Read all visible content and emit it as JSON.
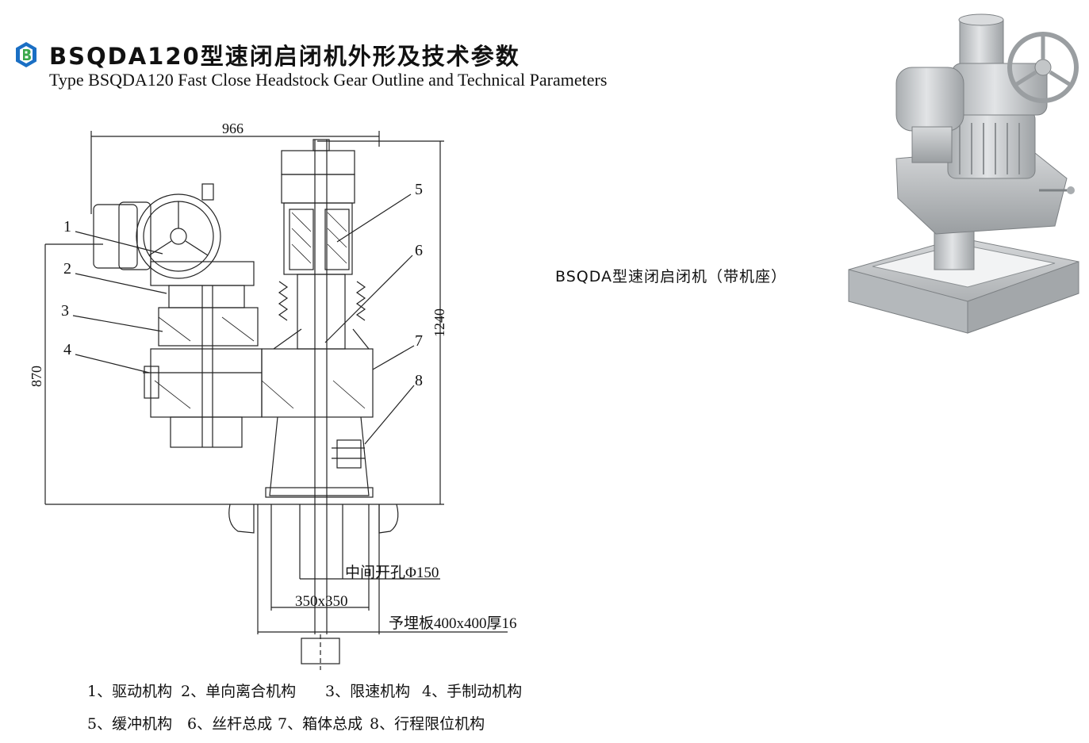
{
  "header": {
    "title_zh": "BSQDA120型速闭启闭机外形及技术参数",
    "title_en": "Type BSQDA120 Fast Close Headstock Gear Outline and Technical Parameters"
  },
  "drawing": {
    "dimensions": {
      "width": "966",
      "height_total": "1240",
      "height_body": "870",
      "center_hole": "中间开孔Φ150",
      "base_size": "350x350",
      "embedded_plate": "予埋板400x400厚16"
    },
    "callouts": [
      "1",
      "2",
      "3",
      "4",
      "5",
      "6",
      "7",
      "8"
    ]
  },
  "legend": {
    "row1": [
      "1、驱动机构",
      "2、单向离合机构",
      "3、限速机构",
      "4、手制动机构"
    ],
    "row2": [
      "5、缓冲机构",
      "6、丝杆总成",
      "7、箱体总成",
      "8、行程限位机构"
    ]
  },
  "photo": {
    "caption": "BSQDA型速闭启闭机（带机座）"
  },
  "colors": {
    "logo_blue": "#1a6fc4",
    "logo_green": "#3aa84a",
    "line": "#222222",
    "photo_body": "#c9ccce"
  }
}
